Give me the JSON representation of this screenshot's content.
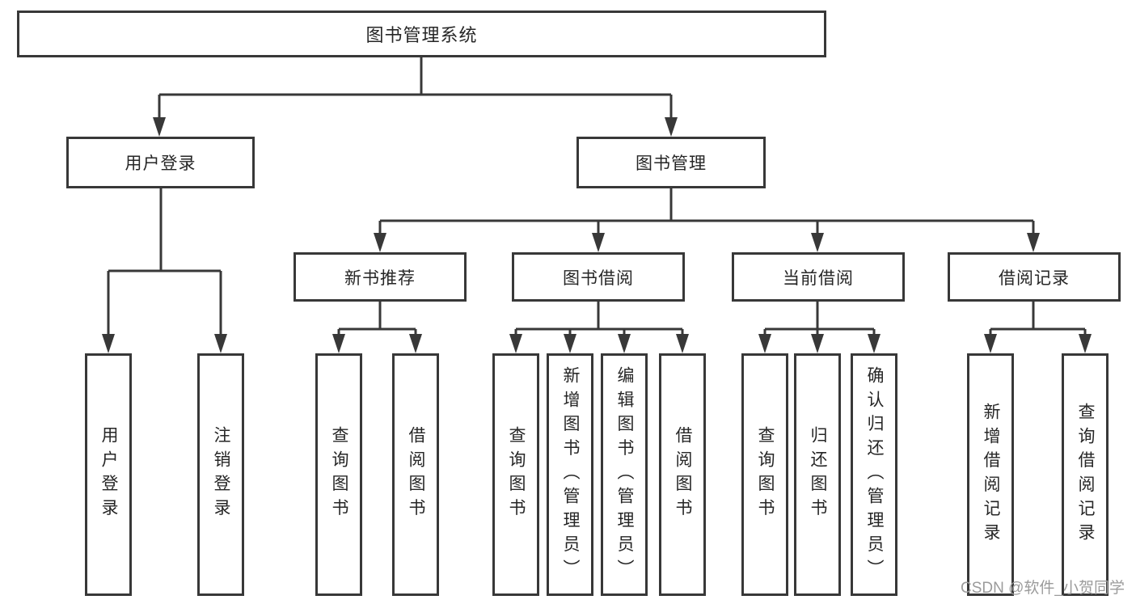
{
  "diagram": {
    "root": {
      "label": "图书管理系统"
    },
    "branches": [
      {
        "label": "用户登录"
      },
      {
        "label": "图书管理"
      }
    ],
    "modules": [
      {
        "label": "新书推荐"
      },
      {
        "label": "图书借阅"
      },
      {
        "label": "当前借阅"
      },
      {
        "label": "借阅记录"
      }
    ],
    "leaves": {
      "user_login": [
        "用户登录",
        "注销登录"
      ],
      "new_book": [
        "查询图书",
        "借阅图书"
      ],
      "book_borrow": [
        "查询图书",
        "新增图书（管理员）",
        "编辑图书（管理员）",
        "借阅图书"
      ],
      "current_borrow": [
        "查询图书",
        "归还图书",
        "确认归还（管理员）"
      ],
      "borrow_records": [
        "新增借阅记录",
        "查询借阅记录"
      ]
    }
  },
  "watermark": {
    "text": "CSDN @软件_小贺同学"
  },
  "colors": {
    "line": "#383838",
    "text": "#262626",
    "watermark": "#9b9b9b",
    "background": "#ffffff"
  }
}
